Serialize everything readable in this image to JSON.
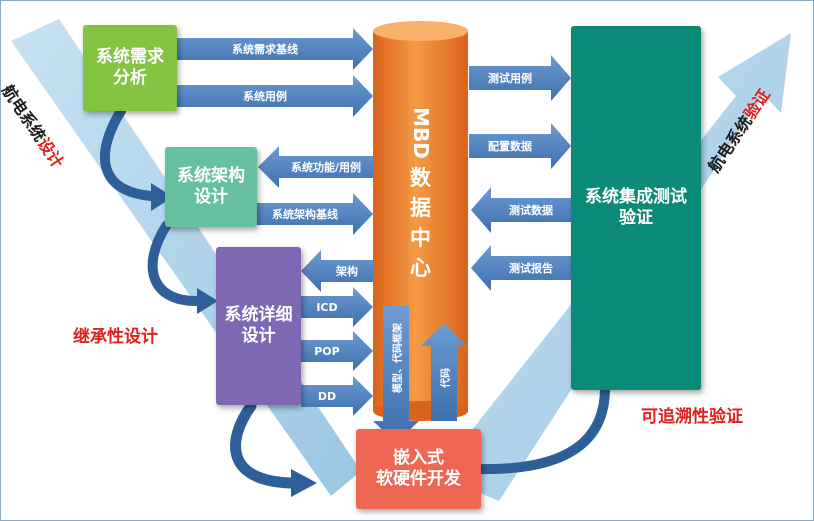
{
  "left_v_label": {
    "part1": "航电系统",
    "part2": "设计"
  },
  "right_v_label": {
    "part1": "航电系统",
    "part2": "验证"
  },
  "boxes": {
    "req_line1": "系统需求",
    "req_line2": "分析",
    "arch_line1": "系统架构",
    "arch_line2": "设计",
    "detail_line1": "系统详细",
    "detail_line2": "设计",
    "integ_line1": "系统集成测试",
    "integ_line2": "验证",
    "embed_line1": "嵌入式",
    "embed_line2": "软硬件开发"
  },
  "center": {
    "latin": "MBD",
    "chars": [
      "数",
      "据",
      "中",
      "心"
    ]
  },
  "arrows": {
    "req_baseline": "系统需求基线",
    "use_case": "系统用例",
    "func_case": "系统功能/用例",
    "arch_baseline": "系统架构基线",
    "arch": "架构",
    "icd": "ICD",
    "pop": "POP",
    "dd": "DD",
    "test_case": "测试用例",
    "config_data": "配置数据",
    "test_data": "测试数据",
    "test_report": "测试报告",
    "model_framework": "模型、代码框架",
    "code": "代码"
  },
  "side_labels": {
    "inherit": "继承性设计",
    "trace": "可追溯性验证"
  },
  "colors": {
    "req_box": "#82c341",
    "arch_box": "#66c0a0",
    "detail_box": "#7e68b3",
    "integ_box": "#0a8a77",
    "embed_box": "#ef6752",
    "center": "#f07f2b",
    "arrow": "#4f81bd",
    "v_band": "#a9cfe8",
    "red_text": "#e0211c"
  }
}
